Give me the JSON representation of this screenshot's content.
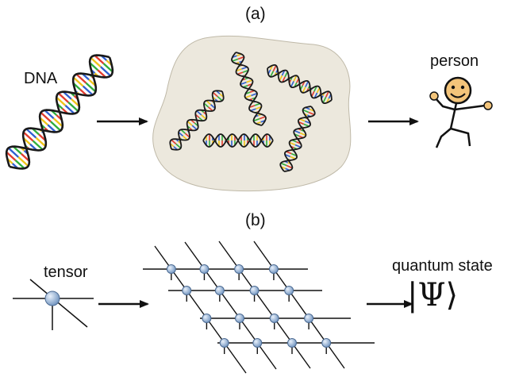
{
  "panel_a": {
    "label": "(a)",
    "dna_label": "DNA",
    "person_label": "person"
  },
  "panel_b": {
    "label": "(b)",
    "tensor_label": "tensor",
    "state_label": "quantum state",
    "ket": "|Ψ⟩"
  },
  "icons": {
    "dna": "dna-double-helix-icon",
    "blob": "dna-pool-blob",
    "person": "stick-figure-person-icon",
    "tensor": "tensor-node-icon",
    "network": "tensor-network-grid"
  },
  "colors": {
    "blob_fill": "#ece8dd",
    "node_fill": "#8fb0d6",
    "base_red": "#e23b2e",
    "base_blue": "#2f5fd0",
    "base_green": "#2fae3c",
    "base_yellow": "#f0c419",
    "person_skin": "#f3c47a"
  }
}
